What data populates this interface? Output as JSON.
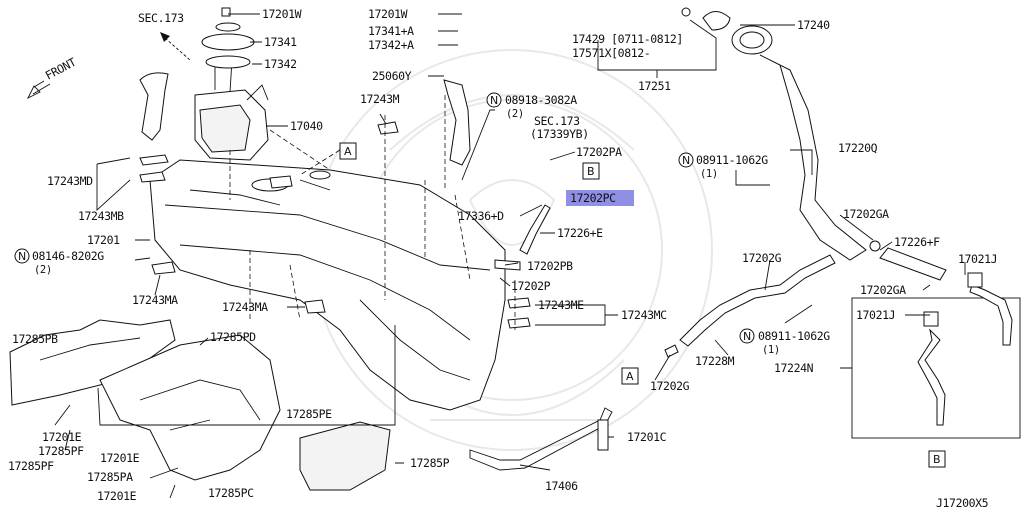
{
  "diagram": {
    "code": "J17200X5",
    "front": "FRONT",
    "highlight_color": "#8f8fe6",
    "labels": {
      "sec173_a": "SEC.173",
      "p17201W_a": "17201W",
      "p17341": "17341",
      "p17342": "17342",
      "p17040": "17040",
      "p17201W_b": "17201W",
      "p17341A": "17341+A",
      "p17342A": "17342+A",
      "p25060Y": "25060Y",
      "p17243M": "17243M",
      "p08918": "08918-3082A",
      "q2a": "(2)",
      "sec173_b": "SEC.173",
      "sec173_b_ref": "(17339YB)",
      "p17202PA": "17202PA",
      "p17202PC": "17202PC",
      "p17336D": "17336+D",
      "p17226E": "17226+E",
      "p17202PB": "17202PB",
      "p17202P": "17202P",
      "p17243ME": "17243ME",
      "p17243MC": "17243MC",
      "p17243MD": "17243MD",
      "p17243MB": "17243MB",
      "p17201": "17201",
      "p08146": "08146-8202G",
      "q2b": "(2)",
      "p17243MA_a": "17243MA",
      "p17243MA_b": "17243MA",
      "p17285PB": "17285PB",
      "p17285PD": "17285PD",
      "p17201E_a": "17201E",
      "p17285PF_a": "17285PF",
      "p17285PE": "17285PE",
      "p17201E_b": "17201E",
      "p17285PF_b": "17285PF",
      "p17285PA": "17285PA",
      "p17285P": "17285P",
      "p17201E_c": "17201E",
      "p17285PC": "17285PC",
      "p17429": "17429 [0711-0812]",
      "p17571X": "17571X[0812-",
      "p17251": "17251",
      "p17240": "17240",
      "p17220Q": "17220Q",
      "p08911_a": "08911-1062G",
      "q1a": "(1)",
      "p17202GA_a": "17202GA",
      "p17226F": "17226+F",
      "p17202G_a": "17202G",
      "p17021J_a": "17021J",
      "p17202GA_b": "17202GA",
      "p17021J_b": "17021J",
      "p08911_b": "08911-1062G",
      "q1b": "(1)",
      "p17228M": "17228M",
      "p17224N": "17224N",
      "p17202G_b": "17202G",
      "p17201C": "17201C",
      "p17406": "17406",
      "ref_A1": "A",
      "ref_B1": "B",
      "ref_A2": "A",
      "ref_B2": "B",
      "n1": "N",
      "n2": "N",
      "n3": "N",
      "n4": "N"
    }
  }
}
